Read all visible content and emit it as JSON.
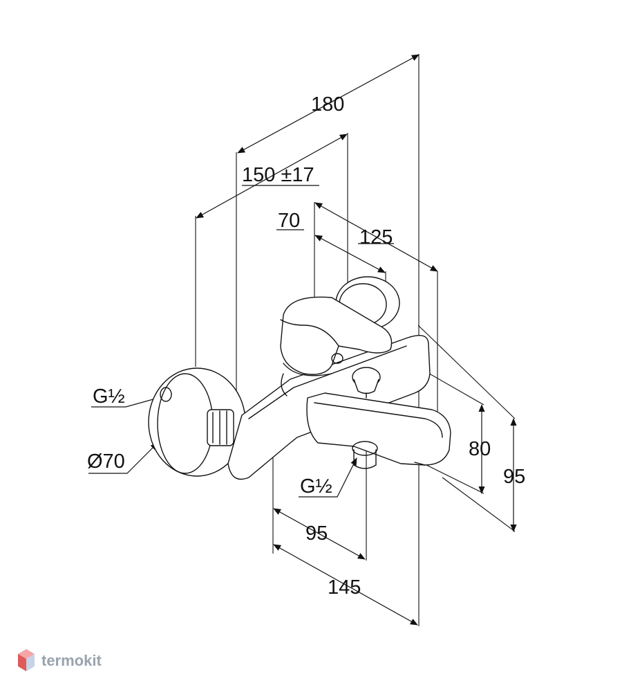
{
  "dimensions": {
    "overall_length": "180",
    "center_distance": "150 ±17",
    "handle_offset": "70",
    "body_depth": "125",
    "thread_left": "G½",
    "rosette_diameter": "Ø70",
    "thread_spout": "G½",
    "spout_height": "80",
    "total_height": "95",
    "spout_offset": "95",
    "spout_reach": "145"
  },
  "watermark": {
    "brand": "termokit"
  },
  "colors": {
    "line": "#111111",
    "background": "#ffffff",
    "watermark": "#9aa3ad",
    "logo_top": "#f4a6a6",
    "logo_left": "#e05a5a",
    "logo_right": "#c7d3e6"
  }
}
